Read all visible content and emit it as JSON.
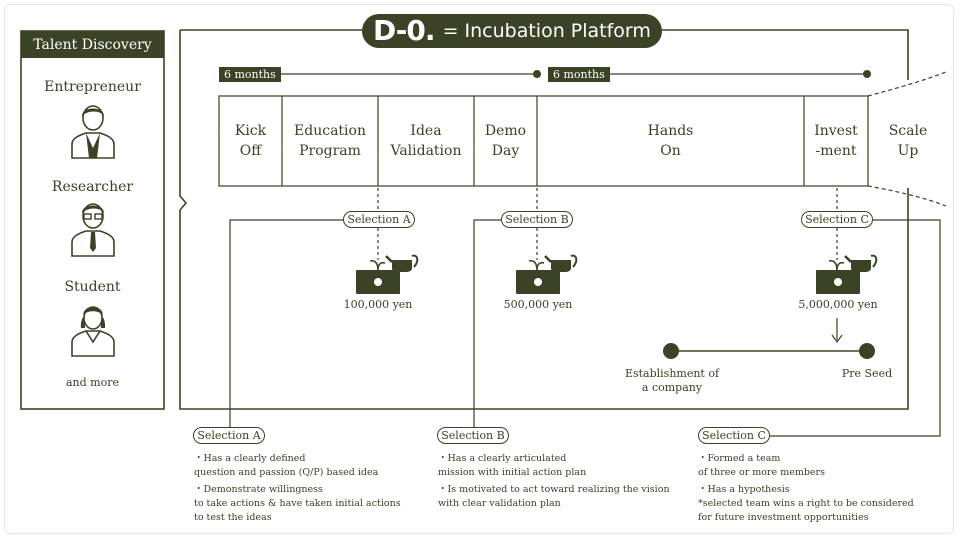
{
  "title": {
    "logo": "D-0.",
    "text": "= Incubation Platform"
  },
  "talent": {
    "header": "Talent Discovery",
    "items": [
      {
        "label": "Entrepreneur",
        "icon": "entrepreneur-avatar-icon"
      },
      {
        "label": "Researcher",
        "icon": "researcher-avatar-icon"
      },
      {
        "label": "Student",
        "icon": "student-avatar-icon"
      }
    ],
    "more": "and more"
  },
  "durations": [
    "6 months",
    "6 months"
  ],
  "stages": [
    "Kick\nOff",
    "Education\nProgram",
    "Idea\nValidation",
    "Demo\nDay",
    "Hands\nOn",
    "Invest\n-ment",
    "Scale\nUp"
  ],
  "selections": [
    {
      "label": "Selection A",
      "amount": "100,000 yen"
    },
    {
      "label": "Selection B",
      "amount": "500,000 yen"
    },
    {
      "label": "Selection C",
      "amount": "5,000,000 yen"
    }
  ],
  "milestones": {
    "start": "Establishment of\na company",
    "end": "Pre Seed"
  },
  "criteria": [
    {
      "label": "Selection A",
      "items": [
        "・Has a clearly defined\n  question and passion (Q/P) based idea",
        "・Demonstrate willingness\n  to take actions & have taken initial actions\n  to test the ideas"
      ]
    },
    {
      "label": "Selection B",
      "items": [
        "・Has a clearly articulated\n  mission with initial action plan",
        "・Is motivated to act toward realizing the vision\n  with clear validation plan"
      ]
    },
    {
      "label": "Selection C",
      "items": [
        "・Formed a team\n  of three or more members",
        "・Has a hypothesis",
        "*selected team wins a right to be considered\n  for future investment opportunities"
      ]
    }
  ],
  "colors": {
    "primary": "#3b4326",
    "background": "#ffffff"
  }
}
